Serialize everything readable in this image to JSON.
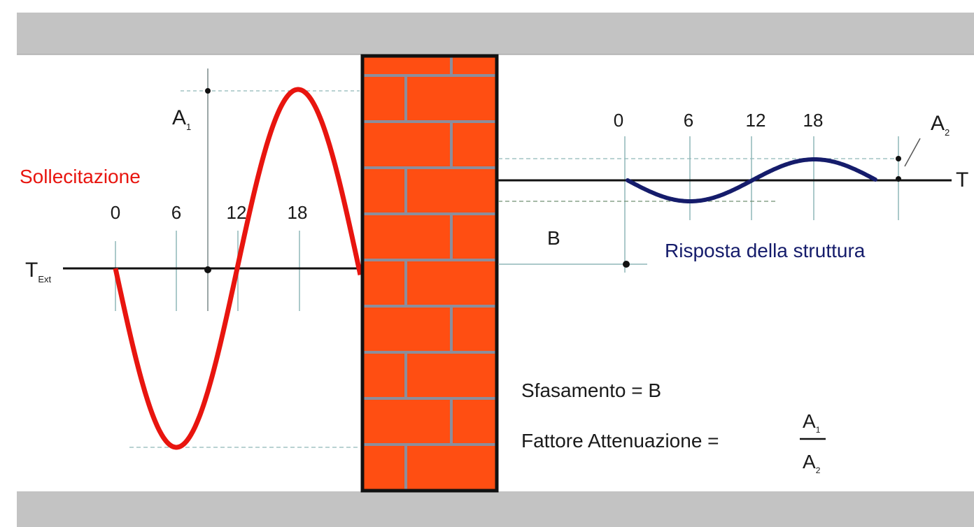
{
  "colors": {
    "band": "#c3c3c3",
    "excitation": "#e8150f",
    "response": "#151c6b",
    "brick": "#ff4e12",
    "mortar": "#8c8e9c",
    "wall_outline": "#111111",
    "guide": "#8fb7b8"
  },
  "left": {
    "title": "Sollecitazione",
    "axis_main": "T",
    "axis_sub": "Ext",
    "amplitude_main": "A",
    "amplitude_sub": "1",
    "ticks": [
      "0",
      "6",
      "12",
      "18"
    ]
  },
  "right": {
    "title": "Risposta della struttura",
    "axis_main": "T",
    "amplitude_main": "A",
    "amplitude_sub": "2",
    "ticks": [
      "0",
      "6",
      "12",
      "18"
    ],
    "shift_label": "B"
  },
  "formulas": {
    "shift": "Sfasamento = B",
    "attenuation_label": "Fattore Attenuazione =",
    "numerator_main": "A",
    "numerator_sub": "1",
    "denominator_main": "A",
    "denominator_sub": "2"
  }
}
